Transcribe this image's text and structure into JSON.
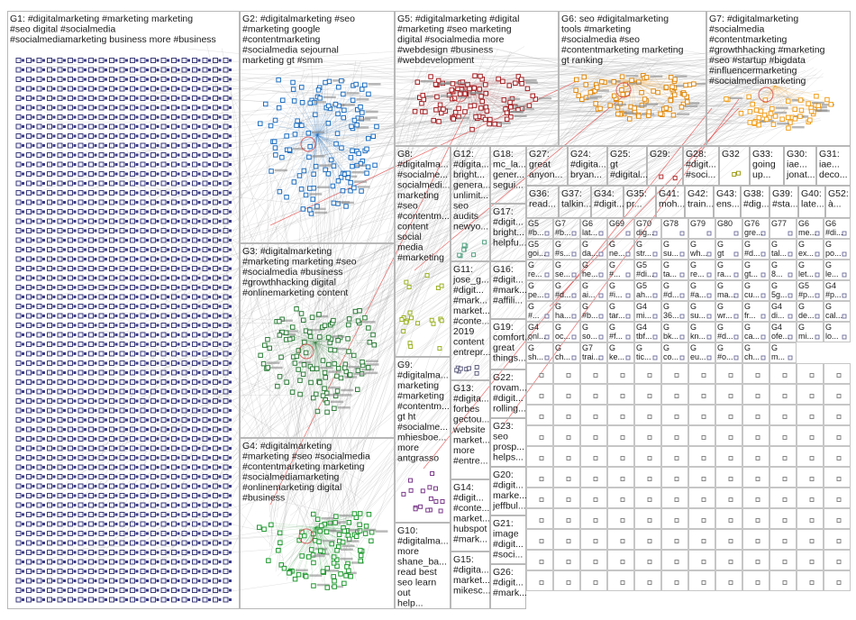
{
  "groups": [
    {
      "id": "G1",
      "label": "G1: #digitalmarketing #marketing marketing #seo digital #socialmedia #socialmediamarketing business more #business",
      "color": "#2a2a6a"
    },
    {
      "id": "G2",
      "label": "G2: #digitalmarketing #seo #marketing google #contentmarketing #socialmedia sejournal marketing gt #smm",
      "color": "#1f6fc0"
    },
    {
      "id": "G3",
      "label": "G3: #digitalmarketing #marketing marketing #seo #socialmedia #business #growthhacking digital #onlinemarketing content",
      "color": "#2e7d3a"
    },
    {
      "id": "G4",
      "label": "G4: #digitalmarketing #marketing #seo #socialmedia #contentmarketing marketing #socialmediamarketing #onlinemarketing digital #business",
      "color": "#1f9a2f"
    },
    {
      "id": "G5",
      "label": "G5: #digitalmarketing #digital #marketing #seo marketing digital #socialmedia more #webdesign #business #webdevelopment",
      "color": "#a31e22"
    },
    {
      "id": "G6",
      "label": "G6: seo #digitalmarketing tools #marketing #socialmedia #seo #contentmarketing marketing gt ranking",
      "color": "#e08a10"
    },
    {
      "id": "G7",
      "label": "G7: #digitalmarketing #socialmedia #contentmarketing #growthhacking #marketing #seo #startup #bigdata #influencermarketing #socialmediamarketing",
      "color": "#f0a020"
    },
    {
      "id": "G8",
      "label": "G8: #digitalma... #socialme... socialmedi... marketing #seo #contentm... content social media #marketing",
      "color": "#9ab020"
    },
    {
      "id": "G9",
      "label": "G9: #digitalma... marketing #marketing #contentm... gt ht #socialme... mhiesboe... more antgrasso",
      "color": "#7a3a8a"
    },
    {
      "id": "G10",
      "label": "G10: #digitalma... more shane_ba... read best seo learn out help...",
      "color": "#8a2a8a"
    },
    {
      "id": "G11",
      "label": "G11: jose_g... #digit... #mark... market... #conte... 2019 content entrepr...",
      "color": "#606080"
    },
    {
      "id": "G12",
      "label": "G12: #digita... bright... genera... unlimit... seo audits newyo...",
      "color": "#50a080"
    },
    {
      "id": "G13",
      "label": "G13: #digita... forbes gectou... website market... more #entre...",
      "color": "#c04040"
    },
    {
      "id": "G14",
      "label": "G14: #digit... #conte... market... hubspot #mark...",
      "color": "#406080"
    },
    {
      "id": "G15",
      "label": "G15: #digita... market... mikesc...",
      "color": "#50a050"
    },
    {
      "id": "G16",
      "label": "G16: #digit... #mark... #affili...",
      "color": "#808040"
    },
    {
      "id": "G17",
      "label": "G17: #digit... bright... helpfu...",
      "color": "#40a0a0"
    },
    {
      "id": "G18",
      "label": "G18: mc_la... gener... segui...",
      "color": "#805030"
    },
    {
      "id": "G19",
      "label": "G19: comfort... great things...",
      "color": "#a0a040"
    },
    {
      "id": "G20",
      "label": "G20: #digit... marke... jeffbul...",
      "color": "#a06040"
    },
    {
      "id": "G21",
      "label": "G21: image #digit... #soci...",
      "color": "#6060a0"
    },
    {
      "id": "G22",
      "label": "G22: rovam... #digit... rolling...",
      "color": "#c02040"
    },
    {
      "id": "G23",
      "label": "G23: seo prosp... helps...",
      "color": "#3070c0"
    },
    {
      "id": "G24",
      "label": "G24: #digita... bryan...",
      "color": "#a02080"
    },
    {
      "id": "G25",
      "label": "G25: gt #digital... #mark...",
      "color": "#c04010"
    },
    {
      "id": "G26",
      "label": "G26: #digit... #mark...",
      "color": "#406040"
    },
    {
      "id": "G27",
      "label": "G27: great anyon...",
      "color": "#9040a0"
    },
    {
      "id": "G28",
      "label": "G28: #digit... #soci...",
      "color": "#d02020"
    },
    {
      "id": "G29",
      "label": "G29:",
      "color": "#b03030"
    },
    {
      "id": "G30",
      "label": "G30: iae... jonat...",
      "color": "#6a8a2a"
    },
    {
      "id": "G31",
      "label": "G31: iae... deco...",
      "color": "#4a6aa0"
    },
    {
      "id": "G32",
      "label": "G32",
      "color": "#a0a020"
    },
    {
      "id": "G33",
      "label": "G33: going up...",
      "color": "#308060"
    },
    {
      "id": "G34",
      "label": "G34: #digit...",
      "color": "#a05080"
    },
    {
      "id": "G35",
      "label": "G35: pr...",
      "color": "#507040"
    },
    {
      "id": "G36",
      "label": "G36: read...",
      "color": "#8080a0"
    },
    {
      "id": "G37",
      "label": "G37: talkin...",
      "color": "#306090"
    },
    {
      "id": "G38",
      "label": "G38: #dig...",
      "color": "#609030"
    },
    {
      "id": "G39",
      "label": "G39: #sta...",
      "color": "#903060"
    },
    {
      "id": "G40",
      "label": "G40: late...",
      "color": "#60a0c0"
    },
    {
      "id": "G41",
      "label": "G41: moh...",
      "color": "#a08040"
    },
    {
      "id": "G42",
      "label": "G42: train...",
      "color": "#4080a0"
    },
    {
      "id": "G43",
      "label": "G43: ens...",
      "color": "#80a060"
    },
    {
      "id": "G52",
      "label": "G52: à...",
      "color": "#606060"
    }
  ],
  "small_groups": [
    "G5 #b...",
    "G7 #b...",
    "G6 lat...",
    "G69",
    "G70 dig...",
    "G78",
    "G79",
    "G80",
    "G76 gre...",
    "G77",
    "G6 me...",
    "G6 #di...",
    "G5 goi...",
    "G #s...",
    "G da...",
    "G ne...",
    "G str...",
    "G su...",
    "G wh...",
    "G gt",
    "G #d...",
    "G tal...",
    "G ex...",
    "G po...",
    "G re...",
    "G se...",
    "G he...",
    "G #...",
    "G5 #di...",
    "G ta...",
    "G re...",
    "G ra...",
    "G gt...",
    "G 8...",
    "G let...",
    "G le...",
    "G pe...",
    "G #d...",
    "G ai...",
    "G #i...",
    "G5 ah...",
    "G #d...",
    "G #a...",
    "G ma...",
    "G cu...",
    "G 5g...",
    "G5 #p...",
    "G4 #p...",
    "G #...",
    "G ha...",
    "G #b...",
    "G tar...",
    "G4 mi...",
    "G 36...",
    "G su...",
    "G wr...",
    "G fr...",
    "G4 di...",
    "G de...",
    "G cal...",
    "G4 onl...",
    "G oc...",
    "G so...",
    "G #f...",
    "G4 tbf...",
    "G bk...",
    "G kn...",
    "G #d...",
    "G ca...",
    "G4 ofe...",
    "G mi...",
    "G lo...",
    "G sh...",
    "G ch...",
    "G7 trai...",
    "G ke...",
    "G tic...",
    "G co...",
    "G eu...",
    "G #o...",
    "G ch...",
    "G m..."
  ],
  "colors": {
    "box_border": "#b8b8b8",
    "edge": "#9a9a9a",
    "edge_red": "#e02020"
  }
}
